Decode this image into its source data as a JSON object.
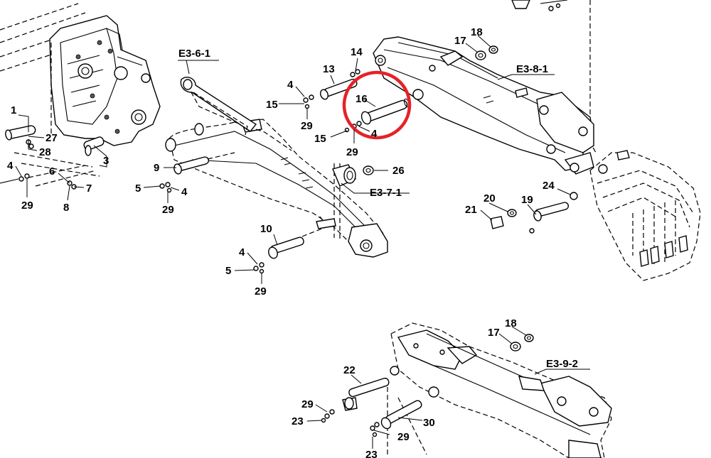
{
  "refs": {
    "e361": "E3-6-1",
    "e371": "E3-7-1",
    "e381": "E3-8-1",
    "e392": "E3-9-2"
  },
  "callouts": {
    "c1": "1",
    "c3": "3",
    "c4a": "4",
    "c4b": "4",
    "c4c": "4",
    "c4d": "4",
    "c4e": "4",
    "c5a": "5",
    "c5b": "5",
    "c6": "6",
    "c7": "7",
    "c8": "8",
    "c9": "9",
    "c10": "10",
    "c14": "14",
    "c13": "13",
    "c15a": "15",
    "c15b": "15",
    "c16": "16",
    "c17a": "17",
    "c18a": "18",
    "c17b": "17",
    "c18b": "18",
    "c19": "19",
    "c20": "20",
    "c21": "21",
    "c22": "22",
    "c23a": "23",
    "c23b": "23",
    "c24": "24",
    "c26": "26",
    "c27": "27",
    "c28": "28",
    "c29a": "29",
    "c29b": "29",
    "c29c": "29",
    "c29d": "29",
    "c29e": "29",
    "c29f": "29",
    "c29g": "29",
    "c30": "30"
  },
  "highlight": {
    "target": "16",
    "color": "#e52228"
  }
}
